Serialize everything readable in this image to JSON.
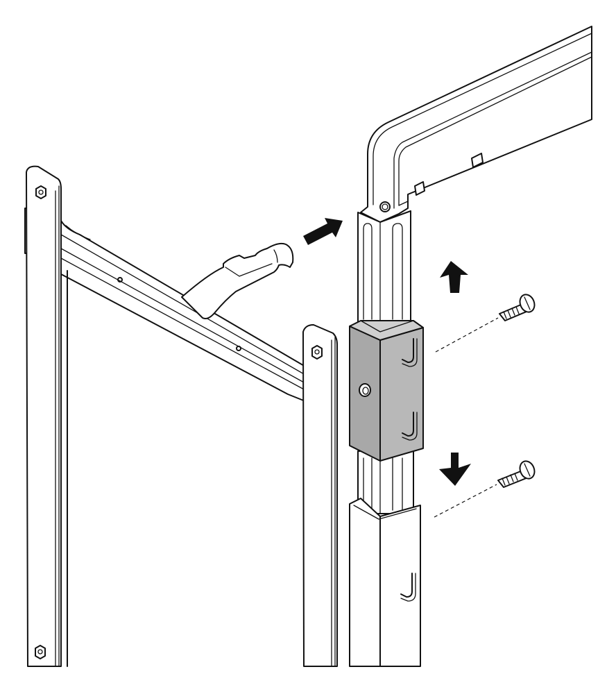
{
  "diagram": {
    "kind": "assembly-illustration",
    "colors": {
      "line": "#111111",
      "background": "#ffffff",
      "connector": "#a8a8a8",
      "arrow": "#111111"
    },
    "parts": [
      "side-frame",
      "top-frame-bar",
      "upper-upright-tube",
      "lower-upright-tube",
      "connector-sleeve",
      "screw-upper",
      "screw-lower"
    ],
    "arrows": [
      "push-right-arrow",
      "up-arrow",
      "down-arrow"
    ]
  }
}
